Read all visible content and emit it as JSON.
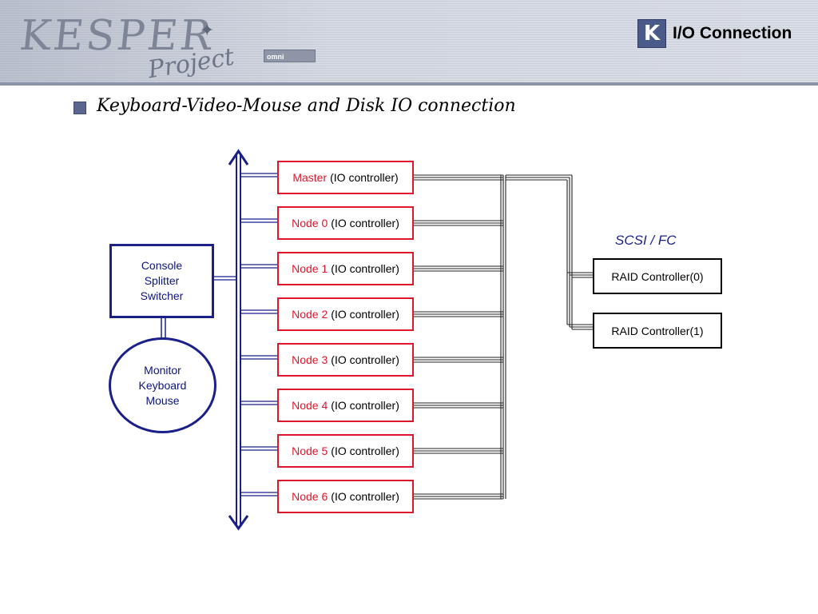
{
  "header": {
    "logo_text": "KESPER",
    "logo_subtext": "Project",
    "logo_tag": "omni",
    "title_icon_letter": "K",
    "title": "I/O Connection"
  },
  "subtitle": "Keyboard-Video-Mouse and Disk IO connection",
  "diagram": {
    "nodes": [
      {
        "name": "Master",
        "label": "(IO controller)"
      },
      {
        "name": "Node 0",
        "label": "(IO controller)"
      },
      {
        "name": "Node 1",
        "label": "(IO controller)"
      },
      {
        "name": "Node 2",
        "label": "(IO controller)"
      },
      {
        "name": "Node 3",
        "label": "(IO controller)"
      },
      {
        "name": "Node 4",
        "label": "(IO controller)"
      },
      {
        "name": "Node 5",
        "label": "(IO controller)"
      },
      {
        "name": "Node 6",
        "label": "(IO controller)"
      }
    ],
    "console": {
      "line1": "Console",
      "line2": "Splitter",
      "line3": "Switcher"
    },
    "peripherals": {
      "line1": "Monitor",
      "line2": "Keyboard",
      "line3": "Mouse"
    },
    "bus_label": "SCSI / FC",
    "raid": [
      {
        "label": "RAID Controller(0)"
      },
      {
        "label": "RAID Controller(1)"
      }
    ],
    "colors": {
      "node_border": "#e0162b",
      "node_name": "#e0162b",
      "bus": "#1a1f8a",
      "console_border": "#1a1f8a",
      "raid_border": "#000000"
    }
  }
}
